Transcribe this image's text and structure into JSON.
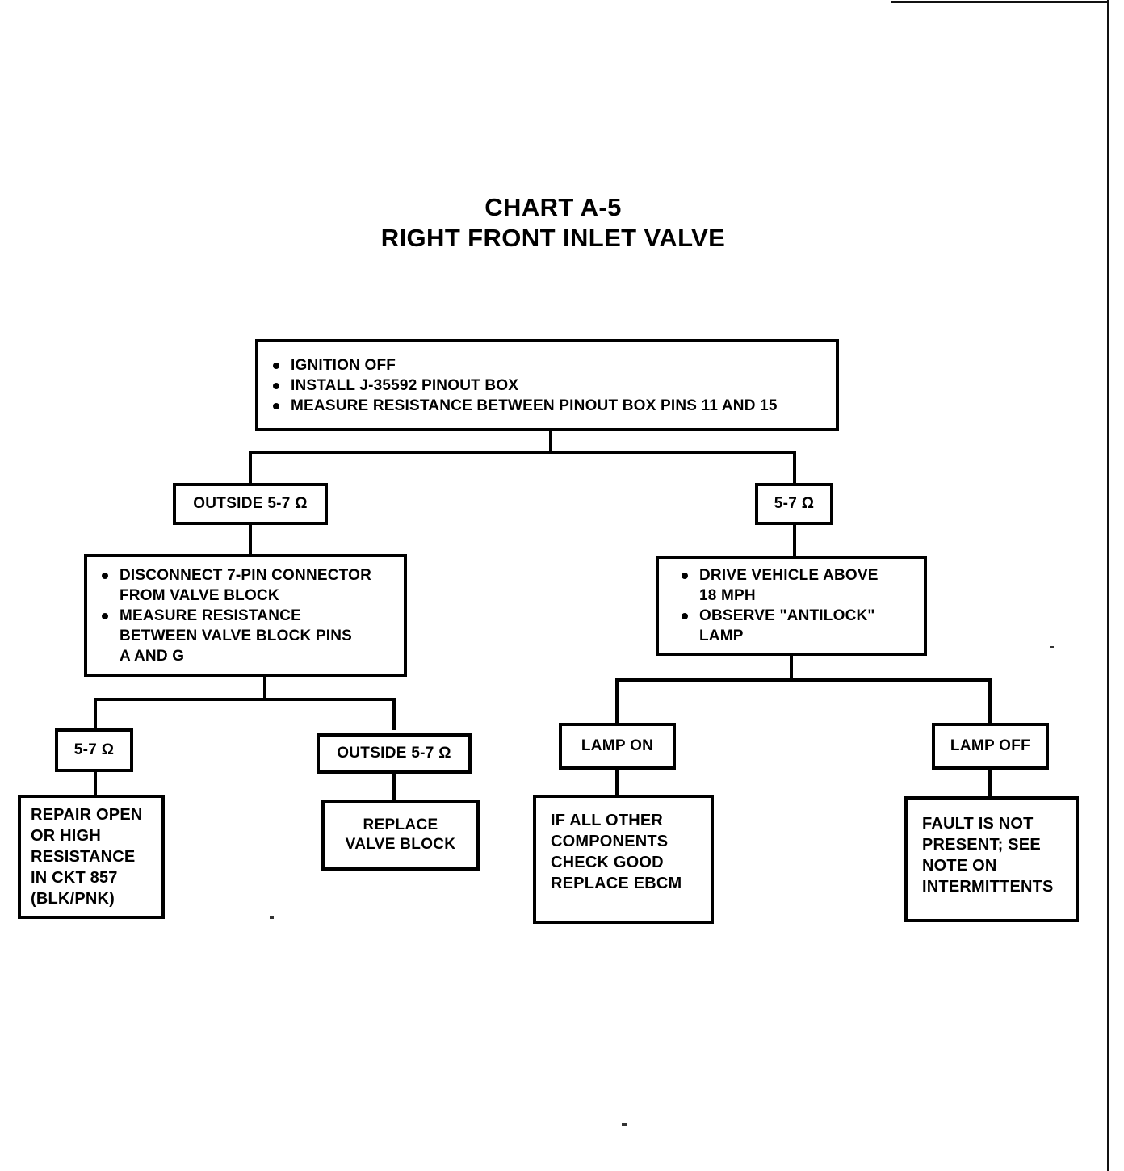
{
  "document": {
    "chart_id": "CHART A-5",
    "chart_title": "RIGHT FRONT INLET VALVE"
  },
  "chart_data": {
    "type": "diagram",
    "title": "CHART A-5 RIGHT FRONT INLET VALVE",
    "diagram_kind": "troubleshooting-flowchart",
    "nodes": [
      {
        "id": "start",
        "kind": "process",
        "lines": [
          "IGNITION OFF",
          "INSTALL J-35592 PINOUT BOX",
          "MEASURE RESISTANCE BETWEEN PINOUT BOX PINS 11 AND 15"
        ]
      },
      {
        "id": "d1a",
        "kind": "decision",
        "lines": [
          "OUTSIDE 5-7 Ω"
        ]
      },
      {
        "id": "d1b",
        "kind": "decision",
        "lines": [
          "5-7 Ω"
        ]
      },
      {
        "id": "p2a",
        "kind": "process",
        "lines": [
          "DISCONNECT 7-PIN CONNECTOR FROM VALVE BLOCK",
          "MEASURE RESISTANCE BETWEEN VALVE BLOCK PINS A AND G"
        ]
      },
      {
        "id": "p2b",
        "kind": "process",
        "lines": [
          "DRIVE VEHICLE ABOVE 18 MPH",
          "OBSERVE \"ANTILOCK\" LAMP"
        ]
      },
      {
        "id": "d2a",
        "kind": "decision",
        "lines": [
          "5-7 Ω"
        ]
      },
      {
        "id": "d2b",
        "kind": "decision",
        "lines": [
          "OUTSIDE 5-7 Ω"
        ]
      },
      {
        "id": "d2c",
        "kind": "decision",
        "lines": [
          "LAMP ON"
        ]
      },
      {
        "id": "d2d",
        "kind": "decision",
        "lines": [
          "LAMP OFF"
        ]
      },
      {
        "id": "t1",
        "kind": "terminal",
        "lines": [
          "REPAIR OPEN",
          "OR HIGH",
          "RESISTANCE",
          "IN CKT 857",
          "(BLK/PNK)"
        ]
      },
      {
        "id": "t2",
        "kind": "terminal",
        "lines": [
          "REPLACE",
          "VALVE BLOCK"
        ]
      },
      {
        "id": "t3",
        "kind": "terminal",
        "lines": [
          "IF ALL OTHER",
          "COMPONENTS",
          "CHECK GOOD",
          "REPLACE EBCM"
        ]
      },
      {
        "id": "t4",
        "kind": "terminal",
        "lines": [
          "FAULT IS NOT",
          "PRESENT; SEE",
          "NOTE ON",
          "INTERMITTENTS"
        ]
      }
    ],
    "edges": [
      {
        "from": "start",
        "to": "d1a"
      },
      {
        "from": "start",
        "to": "d1b"
      },
      {
        "from": "d1a",
        "to": "p2a"
      },
      {
        "from": "d1b",
        "to": "p2b"
      },
      {
        "from": "p2a",
        "to": "d2a"
      },
      {
        "from": "p2a",
        "to": "d2b"
      },
      {
        "from": "p2b",
        "to": "d2c"
      },
      {
        "from": "p2b",
        "to": "d2d"
      },
      {
        "from": "d2a",
        "to": "t1"
      },
      {
        "from": "d2b",
        "to": "t2"
      },
      {
        "from": "d2c",
        "to": "t3"
      },
      {
        "from": "d2d",
        "to": "t4"
      }
    ]
  },
  "boxes": {
    "start": {
      "b1": "IGNITION OFF",
      "b2": "INSTALL J-35592 PINOUT BOX",
      "b3": "MEASURE RESISTANCE BETWEEN PINOUT BOX PINS 11 AND 15"
    },
    "d1a": {
      "label": "OUTSIDE 5-7 Ω"
    },
    "d1b": {
      "label": "5-7 Ω"
    },
    "p2a": {
      "b1l1": "DISCONNECT 7-PIN CONNECTOR",
      "b1l2": "FROM VALVE BLOCK",
      "b2l1": "MEASURE RESISTANCE",
      "b2l2": "BETWEEN VALVE BLOCK PINS",
      "b2l3": "A AND G"
    },
    "p2b": {
      "b1l1": "DRIVE VEHICLE ABOVE",
      "b1l2": "18 MPH",
      "b2l1": "OBSERVE \"ANTILOCK\"",
      "b2l2": "LAMP"
    },
    "d2a": {
      "label": "5-7 Ω"
    },
    "d2b": {
      "label": "OUTSIDE 5-7 Ω"
    },
    "d2c": {
      "label": "LAMP ON"
    },
    "d2d": {
      "label": "LAMP OFF"
    },
    "t1": {
      "l1": "REPAIR OPEN",
      "l2": "OR HIGH",
      "l3": "RESISTANCE",
      "l4": "IN CKT 857",
      "l5": "(BLK/PNK)"
    },
    "t2": {
      "l1": "REPLACE",
      "l2": "VALVE BLOCK"
    },
    "t3": {
      "l1": "IF ALL OTHER",
      "l2": "COMPONENTS",
      "l3": "CHECK GOOD",
      "l4": "REPLACE EBCM"
    },
    "t4": {
      "l1": "FAULT IS NOT",
      "l2": "PRESENT; SEE",
      "l3": "NOTE ON",
      "l4": "INTERMITTENTS"
    }
  },
  "colors": {
    "ink": "#000000",
    "paper": "#ffffff"
  }
}
